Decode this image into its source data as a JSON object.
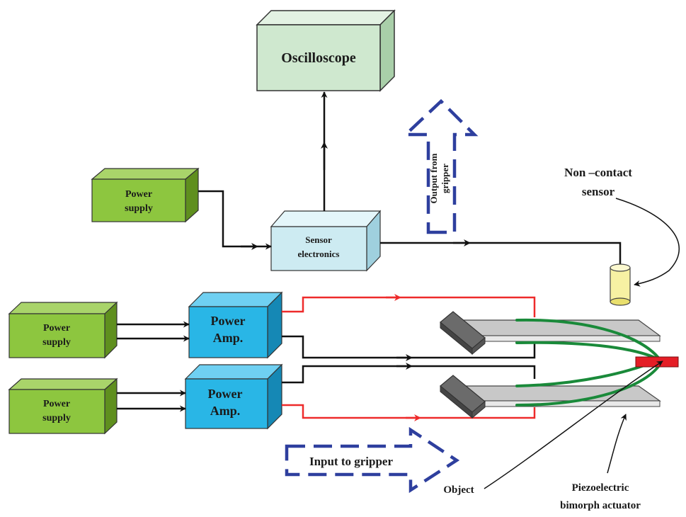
{
  "blocks": {
    "oscilloscope": "Oscilloscope",
    "power_supply_top": [
      "Power",
      "supply"
    ],
    "sensor_electronics": [
      "Sensor",
      "electronics"
    ],
    "power_supply_mid": [
      "Power",
      "supply"
    ],
    "power_supply_bottom": [
      "Power",
      "supply"
    ],
    "power_amp_top": [
      "Power",
      "Amp."
    ],
    "power_amp_bottom": [
      "Power",
      "Amp."
    ]
  },
  "annotations": {
    "output_from_gripper": [
      "Output from",
      "gripper"
    ],
    "input_to_gripper": "Input to gripper",
    "non_contact_sensor": [
      "Non –contact",
      "sensor"
    ],
    "object": "Object",
    "piezo_actuator": [
      "Piezoelectric",
      "bimorph actuator"
    ]
  },
  "colors": {
    "oscilloscope_fill": "#cfe8cf",
    "power_supply_fill": "#8dc63f",
    "sensor_fill": "#cdebf2",
    "amp_fill": "#29b6e6",
    "signal_red": "#ee2b2b",
    "wire": "#111111",
    "bimorph_green": "#1a8a3a",
    "object_red": "#e41e26",
    "dashed_arrow": "#2e3f9e",
    "sensor_yellow": "#f7f1a3"
  }
}
